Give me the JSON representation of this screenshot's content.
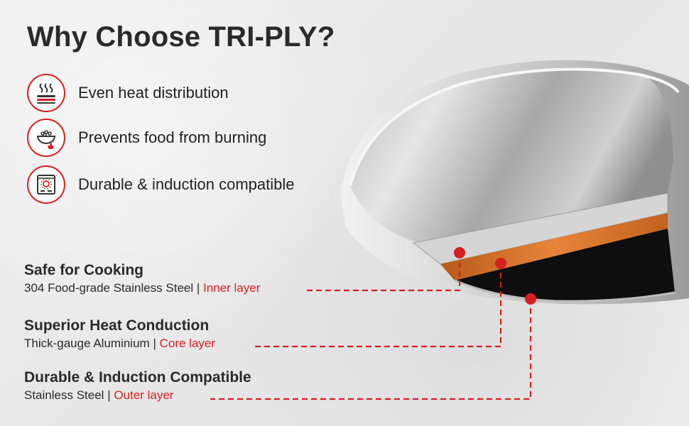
{
  "heading": "Why Choose TRI-PLY?",
  "features": [
    {
      "label": "Even heat distribution",
      "icon": "heat-waves-icon"
    },
    {
      "label": "Prevents food from burning",
      "icon": "food-bowl-flame-icon"
    },
    {
      "label": "Durable & induction compatible",
      "icon": "induction-cooktop-icon"
    }
  ],
  "layers": [
    {
      "title": "Safe for Cooking",
      "detail": "304 Food-grade Stainless Steel",
      "separator": "|",
      "layer_name": "Inner layer"
    },
    {
      "title": "Superior Heat Conduction",
      "detail": "Thick-gauge Aluminium",
      "separator": "|",
      "layer_name": "Core layer"
    },
    {
      "title": "Durable & Induction Compatible",
      "detail": "Stainless Steel",
      "separator": "|",
      "layer_name": "Outer layer"
    }
  ],
  "colors": {
    "accent": "#d81f1f",
    "text": "#2a2a2a",
    "copper": "#d87526",
    "steel": "#c9c9c9"
  }
}
